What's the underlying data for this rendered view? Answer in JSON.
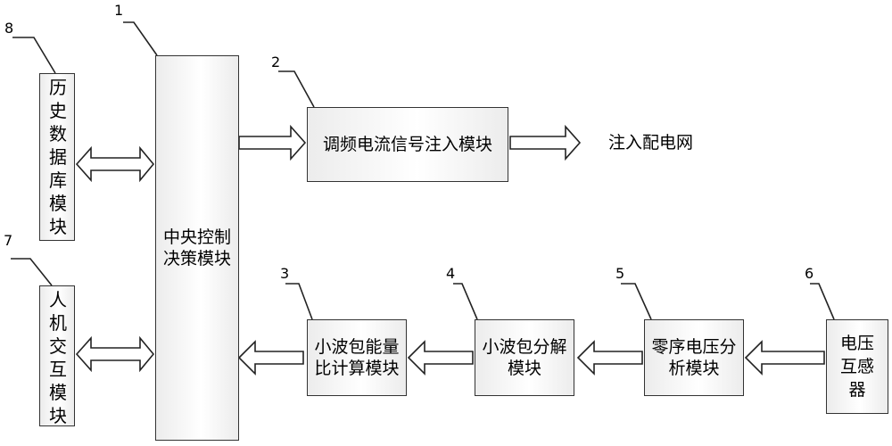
{
  "modules": {
    "central": {
      "number": "1",
      "line1": "中央控制",
      "line2": "决策模块"
    },
    "injection": {
      "number": "2",
      "label": "调频电流信号注入模块"
    },
    "energy": {
      "number": "3",
      "line1": "小波包能量",
      "line2": "比计算模块"
    },
    "decomp": {
      "number": "4",
      "line1": "小波包分解",
      "line2": "模块"
    },
    "zero_seq": {
      "number": "5",
      "line1": "零序电压分",
      "line2": "析模块"
    },
    "pt": {
      "number": "6",
      "chars": [
        "电压",
        "互感",
        "器"
      ]
    },
    "hmi": {
      "number": "7",
      "chars": [
        "人",
        "机",
        "交",
        "互",
        "模",
        "块"
      ]
    },
    "history": {
      "number": "8",
      "chars": [
        "历",
        "史",
        "数",
        "据",
        "库",
        "模",
        "块"
      ]
    }
  },
  "output_label": "注入配电网"
}
